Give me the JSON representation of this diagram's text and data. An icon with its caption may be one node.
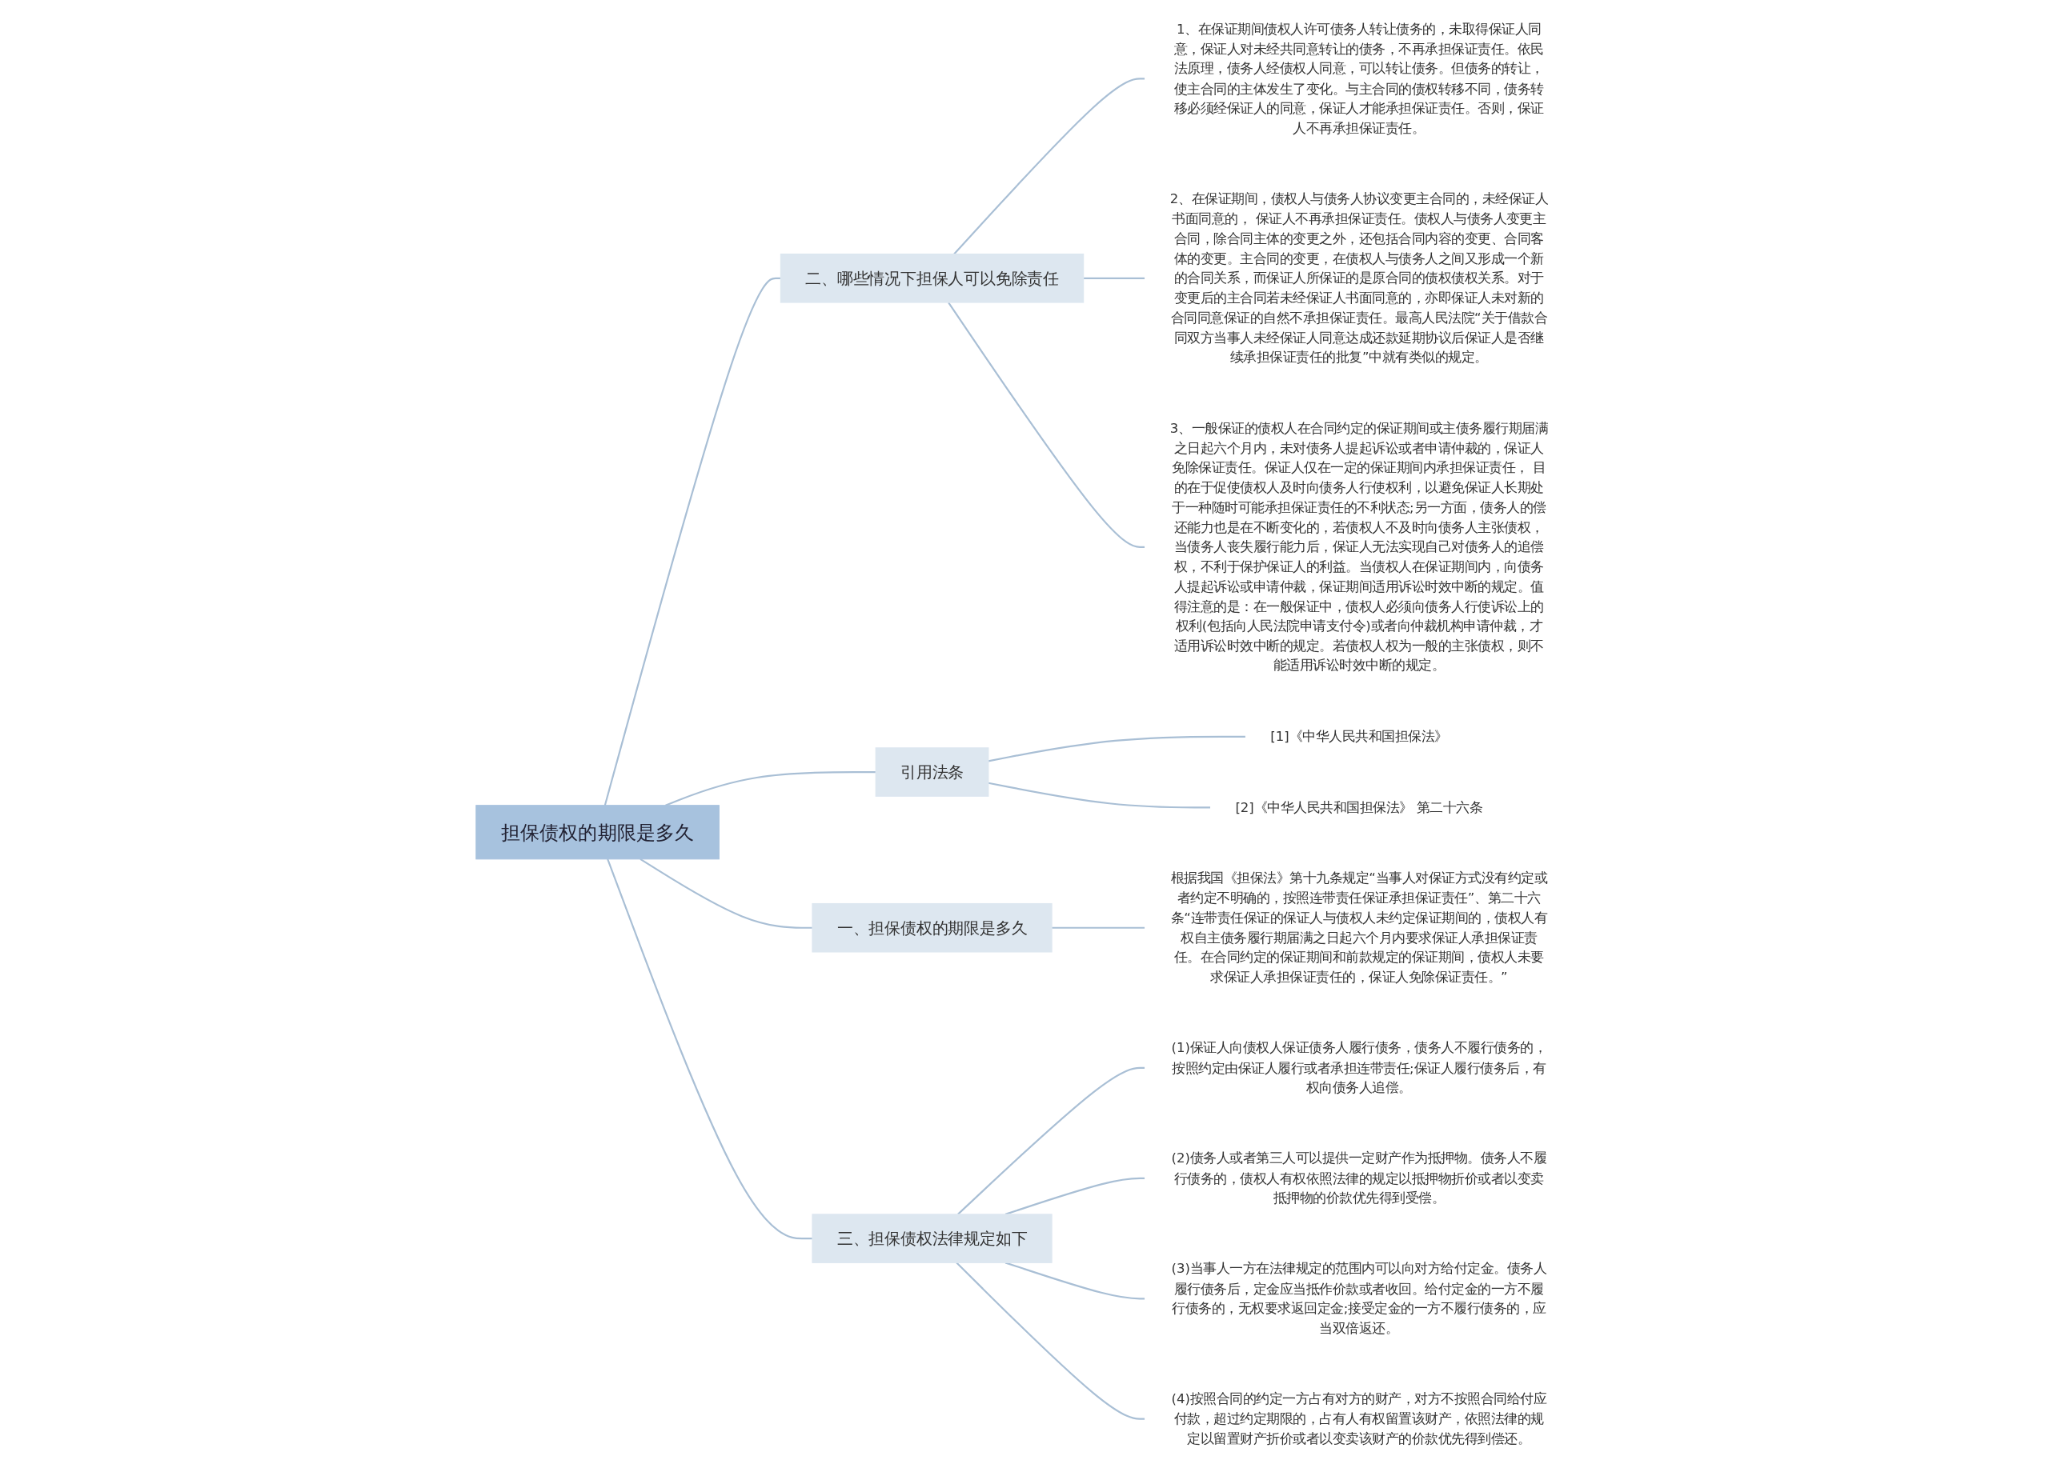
{
  "diagram": {
    "nodes": [
      {
        "text": [
          "担保债权的期限是多久"
        ]
      },
      {
        "text": [
          "二、哪些情况下担保人可以免除责任"
        ]
      },
      {
        "text": [
          "1、在保证期间债权人许可债务人转让债务的，未取得保证人同意，保证人对未经共同意转让的债务，不再承担保证责任。依民法原理，债务人经债权人同意，可以转让债务。但债务的转让，使主合同的主体发生了变化。与主合同的债权转移不同，债务转移必须经保证人的同意，保证人才能承担保证责任。否则，保证人不再承担保证责任。"
        ]
      },
      {
        "text": [
          "2、在保证期间，债权人与债务人协议变更主合同的，未经保证人书面同意的， 保证人不再承担保证责任。债权人与债务人变更主合同，除合同主体的变更之外，还包括合同内容的变更、合同客体的变更。主合同的变更，在债权人与债务人之间又形成一个新的合同关系，而保证人所保证的是原合同的债权债权关系。对于变更后的主合同若未经保证人书面同意的，亦即保证人未对新的合同同意保证的自然不承担保证责任。最高人民法院“关于借款合同双方当事人未经保证人同意达成还款延期协议后保证人是否继续承担保证责任的批复”中就有类似的规定。"
        ]
      },
      {
        "text": [
          "3、一般保证的债权人在合同约定的保证期间或主债务履行期届满之日起六个月内，未对债务人提起诉讼或者申请仲裁的，保证人免除保证责任。保证人仅在一定的保证期间内承担保证责任， 目的在于促使债权人及时向债务人行使权利，以避免保证人长期处于一种随时可能承担保证责任的不利状态;另一方面，债务人的偿还能力也是在不断变化的，若债权人不及时向债务人主张债权，当债务人丧失履行能力后，保证人无法实现自己对债务人的追偿权，不利于保护保证人的利益。当债权人在保证期间内，向债务人提起诉讼或申请仲裁，保证期间适用诉讼时效中断的规定。值得注意的是：在一般保证中，债权人必须向债务人行使诉讼上的权利(包括向人民法院申请支付令)或者向仲裁机构申请仲裁，才适用诉讼时效中断的规定。若债权人权为一般的主张债权，则不能适用诉讼时效中断的规定。"
        ]
      },
      {
        "text": [
          "引用法条"
        ]
      },
      {
        "text": [
          "[1]《中华人民共和国担保法》"
        ]
      },
      {
        "text": [
          "[2]《中华人民共和国担保法》 第二十六条"
        ]
      },
      {
        "text": [
          "一、担保债权的期限是多久"
        ]
      },
      {
        "text": [
          "根据我国《担保法》第十九条规定“当事人对保证方式没有约定或者约定不明确的，按照连带责任保证承担保证责任”、第二十六条“连带责任保证的保证人与债权人未约定保证期间的，债权人有权自主债务履行期届满之日起六个月内要求保证人承担保证责任。在合同约定的保证期间和前款规定的保证期间，债权人未要求保证人承担保证责任的，保证人免除保证责任。”"
        ]
      },
      {
        "text": [
          "三、担保债权法律规定如下"
        ]
      },
      {
        "text": [
          "(1)保证人向债权人保证债务人履行债务，债务人不履行债务的，按照约定由保证人履行或者承担连带责任;保证人履行债务后，有权向债务人追偿。"
        ]
      },
      {
        "text": [
          "(2)债务人或者第三人可以提供一定财产作为抵押物。债务人不履行债务的，债权人有权依照法律的规定以抵押物折价或者以变卖抵押物的价款优先得到受偿。"
        ]
      },
      {
        "text": [
          "(3)当事人一方在法律规定的范围内可以向对方给付定金。债务人履行债务后，定金应当抵作价款或者收回。给付定金的一方不履行债务的，无权要求返回定金;接受定金的一方不履行债务的，应当双倍返还。"
        ]
      },
      {
        "text": [
          "(4)按照合同的约定一方占有对方的财产，对方不按照合同给付应付款，超过约定期限的，占有人有权留置该财产，依照法律的规定以留置财产折价或者以变卖该财产的价款优先得到偿还。"
        ]
      }
    ],
    "edges": [
      {
        "from": 0,
        "to": 1,
        "arrow": "none"
      },
      {
        "from": 1,
        "to": 2,
        "arrow": "none"
      },
      {
        "from": 1,
        "to": 3,
        "arrow": "none"
      },
      {
        "from": 1,
        "to": 4,
        "arrow": "none"
      },
      {
        "from": 0,
        "to": 5,
        "arrow": "none"
      },
      {
        "from": 5,
        "to": 6,
        "arrow": "none"
      },
      {
        "from": 5,
        "to": 7,
        "arrow": "none"
      },
      {
        "from": 0,
        "to": 8,
        "arrow": "none"
      },
      {
        "from": 8,
        "to": 9,
        "arrow": "none"
      },
      {
        "from": 0,
        "to": 10,
        "arrow": "none"
      },
      {
        "from": 10,
        "to": 11,
        "arrow": "none"
      },
      {
        "from": 10,
        "to": 12,
        "arrow": "none"
      },
      {
        "from": 10,
        "to": 13,
        "arrow": "none"
      },
      {
        "from": 10,
        "to": 14,
        "arrow": "none"
      }
    ]
  }
}
